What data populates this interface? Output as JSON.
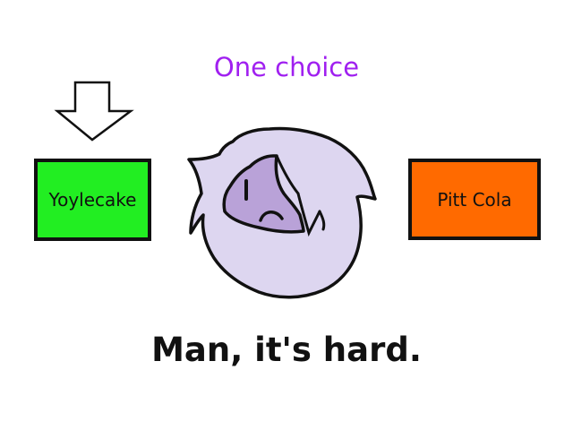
{
  "title": "One choice",
  "choices": {
    "left": {
      "label": "Yoylecake",
      "color": "#22ee22"
    },
    "right": {
      "label": "Pitt Cola",
      "color": "#ff6a00"
    }
  },
  "selection_indicator": {
    "icon": "down-arrow-icon",
    "points_to": "Yoylecake"
  },
  "character": {
    "icon": "character-face-icon",
    "body_color": "#ddd6f0",
    "face_color": "#b9a2d8"
  },
  "caption": "Man, it's hard.",
  "colors": {
    "title": "#a020f0",
    "outline": "#111111",
    "background": "#ffffff"
  }
}
